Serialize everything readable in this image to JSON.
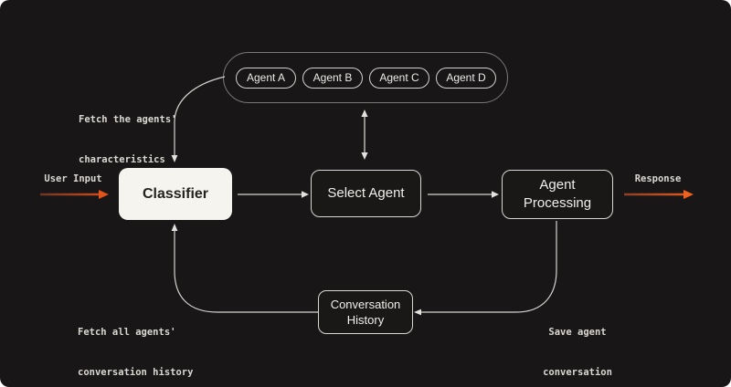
{
  "diagram": {
    "title_hint": "agent routing flow diagram",
    "colors": {
      "background": "#181616",
      "wire": "#d6d4d0",
      "accent_orange": "#e0521b",
      "accent_orange_dark": "#7c3c28",
      "classifier_fill": "#f6f4ef"
    },
    "nodes": {
      "classifier": {
        "label": "Classifier"
      },
      "select_agent": {
        "label": "Select Agent"
      },
      "agent_processing": {
        "line1": "Agent",
        "line2": "Processing"
      },
      "conversation_history": {
        "line1": "Conversation",
        "line2": "History"
      },
      "agents": [
        {
          "label": "Agent A"
        },
        {
          "label": "Agent B"
        },
        {
          "label": "Agent C"
        },
        {
          "label": "Agent D"
        }
      ]
    },
    "labels": {
      "user_input": "User Input",
      "response": "Response",
      "fetch_characteristics": {
        "line1": "Fetch the agents'",
        "line2": "characteristics"
      },
      "fetch_history": {
        "line1": "Fetch all agents'",
        "line2": "conversation history"
      },
      "save_conversation": {
        "line1": "Save agent",
        "line2": "conversation"
      }
    }
  }
}
